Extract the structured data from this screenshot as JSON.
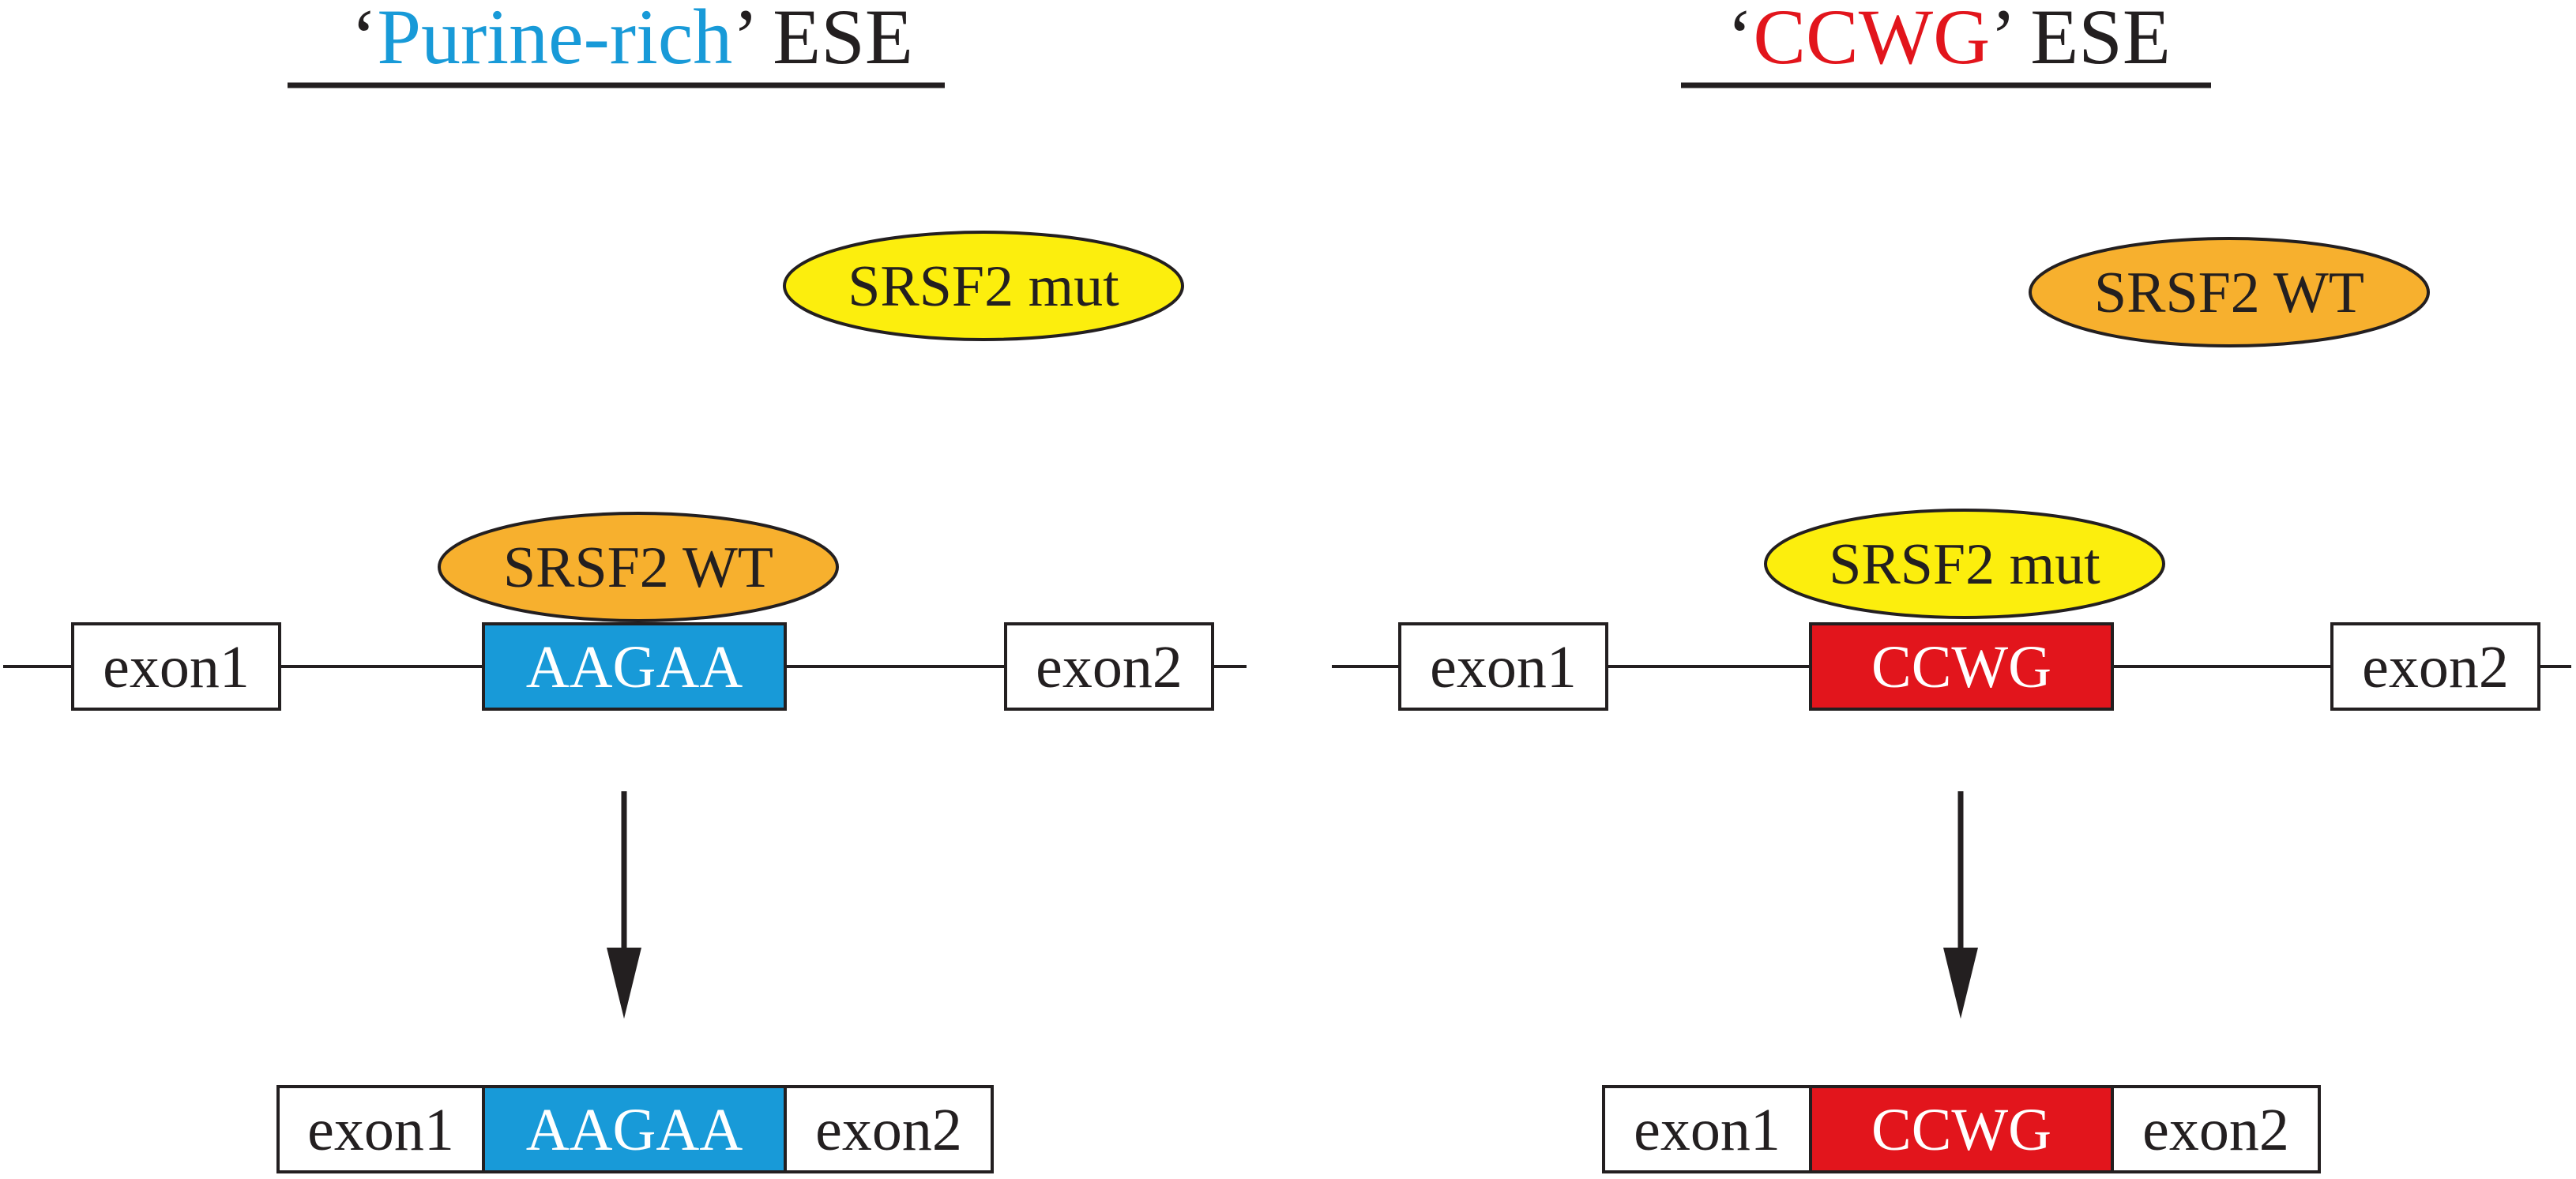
{
  "colors": {
    "purine_blue": "#189ad8",
    "ccwg_red": "#e2151c",
    "wt_orange": "#f7b02e",
    "mut_yellow": "#fcee0d",
    "line": "#231f20",
    "box_white": "#ffffff"
  },
  "left_panel": {
    "title": {
      "open_quote": "‘",
      "highlight": "Purine-rich",
      "close_quote": "’",
      "suffix": " ESE"
    },
    "free_protein": "SRSF2 mut",
    "bound_protein": "SRSF2 WT",
    "exon1": "exon1",
    "motif": "AAGAA",
    "exon2": "exon2",
    "result": {
      "exon1": "exon1",
      "motif": "AAGAA",
      "exon2": "exon2"
    }
  },
  "right_panel": {
    "title": {
      "open_quote": "‘",
      "highlight": "CCWG",
      "close_quote": "’",
      "suffix": " ESE"
    },
    "free_protein": "SRSF2 WT",
    "bound_protein": "SRSF2 mut",
    "exon1": "exon1",
    "motif": "CCWG",
    "exon2": "exon2",
    "result": {
      "exon1": "exon1",
      "motif": "CCWG",
      "exon2": "exon2"
    }
  }
}
